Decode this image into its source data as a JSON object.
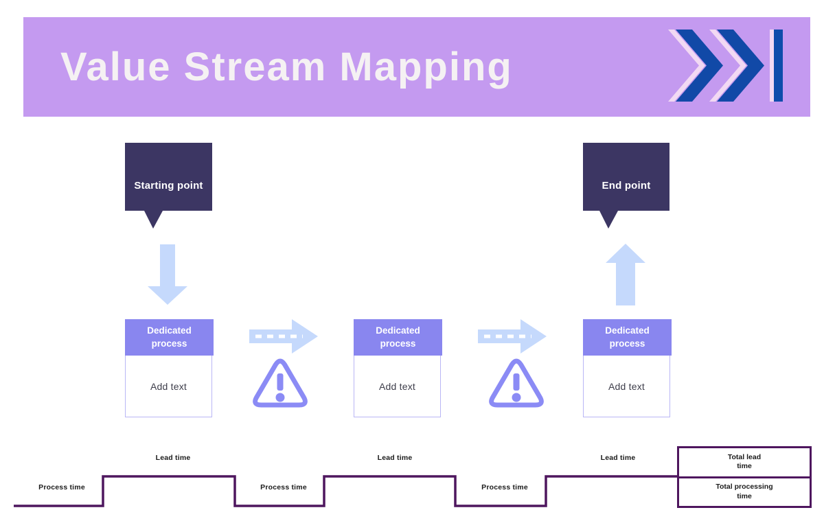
{
  "banner": {
    "title": "Value Stream Mapping",
    "icon": "fast-forward-end-icon"
  },
  "bubbles": {
    "start": {
      "label": "Starting point"
    },
    "end": {
      "label": "End point"
    }
  },
  "flow": {
    "processes": [
      {
        "header": "Dedicated\nprocess",
        "body": "Add text"
      },
      {
        "header": "Dedicated\nprocess",
        "body": "Add text"
      },
      {
        "header": "Dedicated\nprocess",
        "body": "Add text"
      }
    ],
    "connector_icon": "dashed-arrow-icon",
    "warning_icon": "warning-triangle-icon"
  },
  "timeline": {
    "labels": [
      {
        "text": "Process time"
      },
      {
        "text": "Lead time"
      },
      {
        "text": "Process time"
      },
      {
        "text": "Lead time"
      },
      {
        "text": "Process time"
      },
      {
        "text": "Lead time"
      }
    ],
    "totals": {
      "lead": "Total lead\ntime",
      "processing": "Total processing\ntime"
    }
  },
  "colors": {
    "banner_bg": "#c49af0",
    "title_text": "#f5f1f3",
    "dark_bubble": "#3c3663",
    "process_header": "#8986ef",
    "process_border": "#b9b6f5",
    "light_arrow": "#c5d9fc",
    "warning_purple": "#8b8bf5",
    "chevron_blue": "#1149a7",
    "chevron_pink": "#f2d9f3",
    "timeline_line": "#4e165e"
  }
}
